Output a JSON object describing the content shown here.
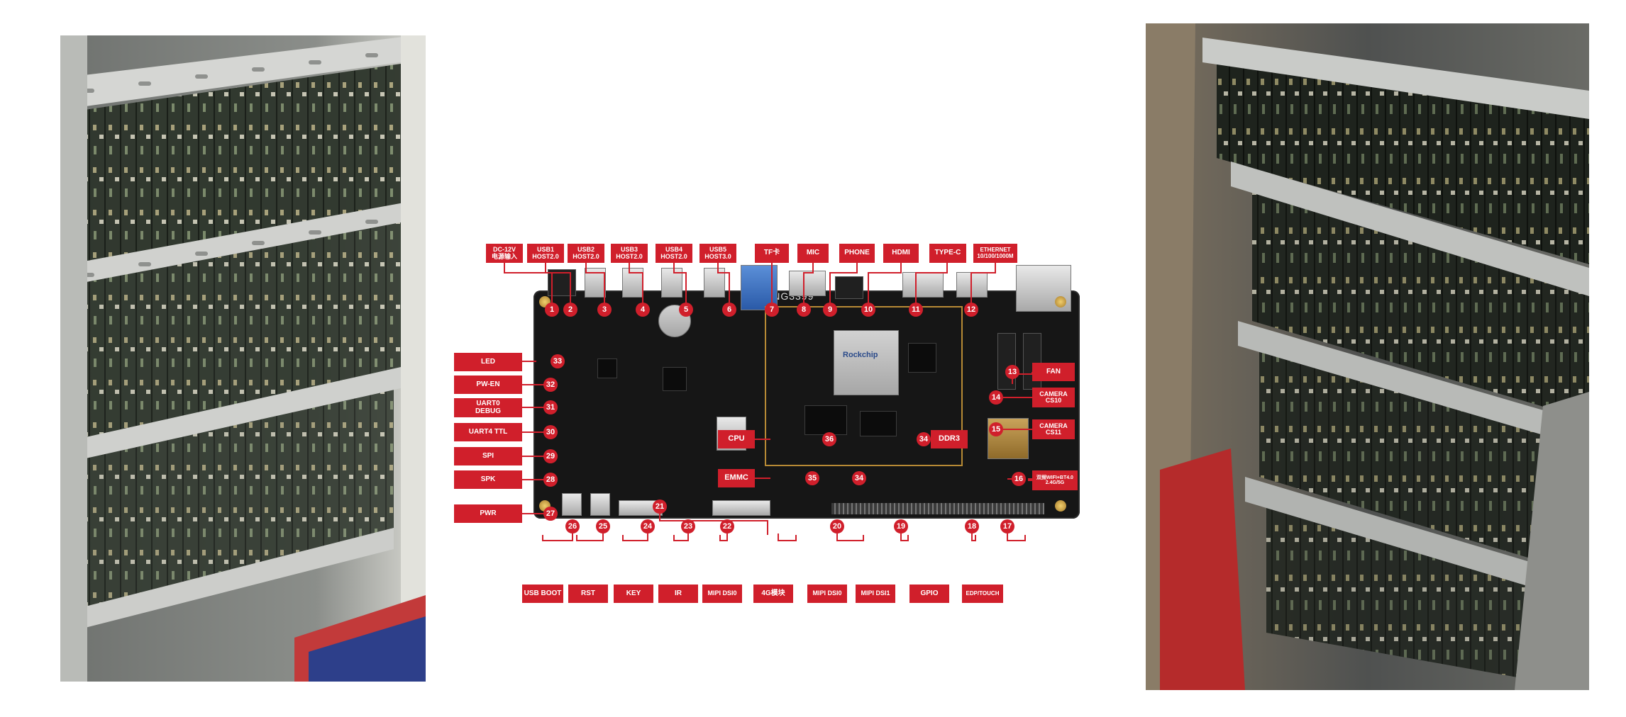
{
  "board": {
    "brand": "KING3399",
    "soc_text": "Rockchip",
    "labels": {
      "dc12v": "DC-12V\n电源输入",
      "usb1": "USB1\nHOST2.0",
      "usb2": "USB2\nHOST2.0",
      "usb3": "USB3\nHOST2.0",
      "usb4": "USB4\nHOST2.0",
      "usb5": "USB5\nHOST3.0",
      "tf": "TF卡",
      "mic": "MIC",
      "phone": "PHONE",
      "hdmi": "HDMI",
      "typec": "TYPE-C",
      "ethernet": "ETHERNET\n10/100/1000M",
      "led": "LED",
      "pwen": "PW-EN",
      "uart0": "UART0\nDEBUG",
      "uart4": "UART4 TTL",
      "spi": "SPI",
      "spk": "SPK",
      "pwr": "PWR",
      "cpu": "CPU",
      "emmc": "EMMC",
      "ddr3": "DDR3",
      "fan": "FAN",
      "cam10": "CAMERA\nCS10",
      "cam11": "CAMERA\nCS11",
      "wifi": "双频WIFI+BT4.0\n2.4G/5G",
      "usbboot": "USB BOOT",
      "rst": "RST",
      "key": "KEY",
      "ir": "IR",
      "dsi0a": "MIPI DSI0",
      "g4": "4G模块",
      "dsi0b": "MIPI DSI0",
      "dsi1": "MIPI DSI1",
      "gpio": "GPIO",
      "edp": "EDP/TOUCH"
    },
    "numbers": {
      "n1": "1",
      "n2": "2",
      "n3": "3",
      "n4": "4",
      "n5": "5",
      "n6": "6",
      "n7": "7",
      "n8": "8",
      "n9": "9",
      "n10": "10",
      "n11": "11",
      "n12": "12",
      "n13": "13",
      "n14": "14",
      "n15": "15",
      "n16": "16",
      "n17": "17",
      "n18": "18",
      "n19": "19",
      "n20": "20",
      "n21": "21",
      "n22": "22",
      "n23": "23",
      "n24": "24",
      "n25": "25",
      "n26": "26",
      "n27": "27",
      "n28": "28",
      "n29": "29",
      "n30": "30",
      "n31": "31",
      "n32": "32",
      "n33": "33",
      "n34a": "34",
      "n34b": "34",
      "n35": "35",
      "n36": "36"
    }
  },
  "colors": {
    "label_red": "#d01f2b",
    "board_black": "#161616",
    "rack_silver": "#c9cbc8"
  }
}
